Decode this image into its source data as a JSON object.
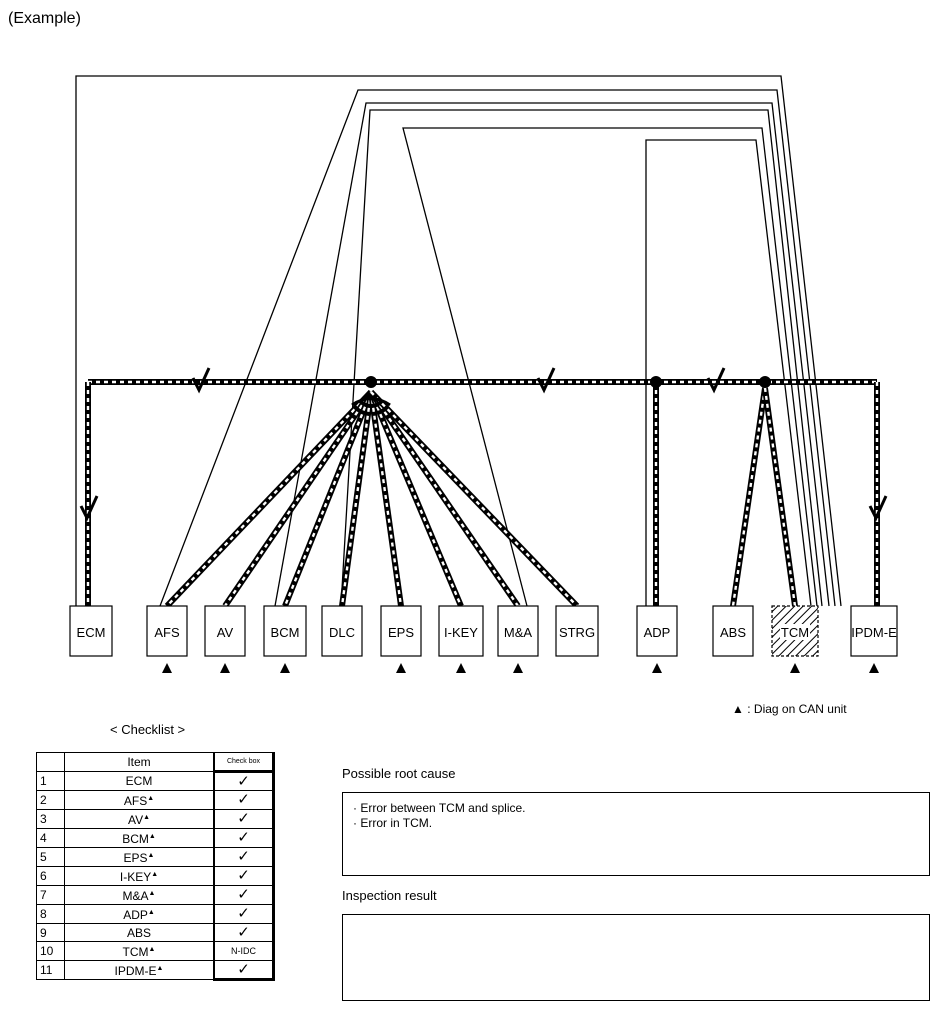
{
  "example_label": "(Example)",
  "units": [
    {
      "id": "ecm",
      "label": "ECM",
      "diag": false,
      "hatched": false
    },
    {
      "id": "afs",
      "label": "AFS",
      "diag": true,
      "hatched": false
    },
    {
      "id": "av",
      "label": "AV",
      "diag": true,
      "hatched": false
    },
    {
      "id": "bcm",
      "label": "BCM",
      "diag": true,
      "hatched": false
    },
    {
      "id": "dlc",
      "label": "DLC",
      "diag": false,
      "hatched": false
    },
    {
      "id": "eps",
      "label": "EPS",
      "diag": true,
      "hatched": false
    },
    {
      "id": "ikey",
      "label": "I-KEY",
      "diag": true,
      "hatched": false
    },
    {
      "id": "ma",
      "label": "M&A",
      "diag": true,
      "hatched": false
    },
    {
      "id": "strg",
      "label": "STRG",
      "diag": false,
      "hatched": false
    },
    {
      "id": "adp",
      "label": "ADP",
      "diag": true,
      "hatched": false
    },
    {
      "id": "abs",
      "label": "ABS",
      "diag": false,
      "hatched": false
    },
    {
      "id": "tcm",
      "label": "TCM",
      "diag": true,
      "hatched": true
    },
    {
      "id": "ipdme",
      "label": "IPDM-E",
      "diag": true,
      "hatched": false
    }
  ],
  "legend": {
    "symbol": "▲",
    "text": ": Diag on CAN unit"
  },
  "checklist": {
    "title": "< Checklist >",
    "headers": {
      "item": "Item",
      "check": "Check box"
    },
    "rows": [
      {
        "num": "1",
        "item": "ECM",
        "diag": false,
        "check": "✓"
      },
      {
        "num": "2",
        "item": "AFS",
        "diag": true,
        "check": "✓"
      },
      {
        "num": "3",
        "item": "AV",
        "diag": true,
        "check": "✓"
      },
      {
        "num": "4",
        "item": "BCM",
        "diag": true,
        "check": "✓"
      },
      {
        "num": "5",
        "item": "EPS",
        "diag": true,
        "check": "✓"
      },
      {
        "num": "6",
        "item": "I-KEY",
        "diag": true,
        "check": "✓"
      },
      {
        "num": "7",
        "item": "M&A",
        "diag": true,
        "check": "✓"
      },
      {
        "num": "8",
        "item": "ADP",
        "diag": true,
        "check": "✓"
      },
      {
        "num": "9",
        "item": "ABS",
        "diag": false,
        "check": "✓"
      },
      {
        "num": "10",
        "item": "TCM",
        "diag": true,
        "check": "N-IDC"
      },
      {
        "num": "11",
        "item": "IPDM-E",
        "diag": true,
        "check": "✓"
      }
    ]
  },
  "possible_root_cause": {
    "label": "Possible root cause",
    "lines": [
      "· Error between TCM and splice.",
      "· Error in TCM."
    ]
  },
  "inspection_result": {
    "label": "Inspection result",
    "value": ""
  },
  "tick_symbol": "✓",
  "triangle_symbol": "▲"
}
